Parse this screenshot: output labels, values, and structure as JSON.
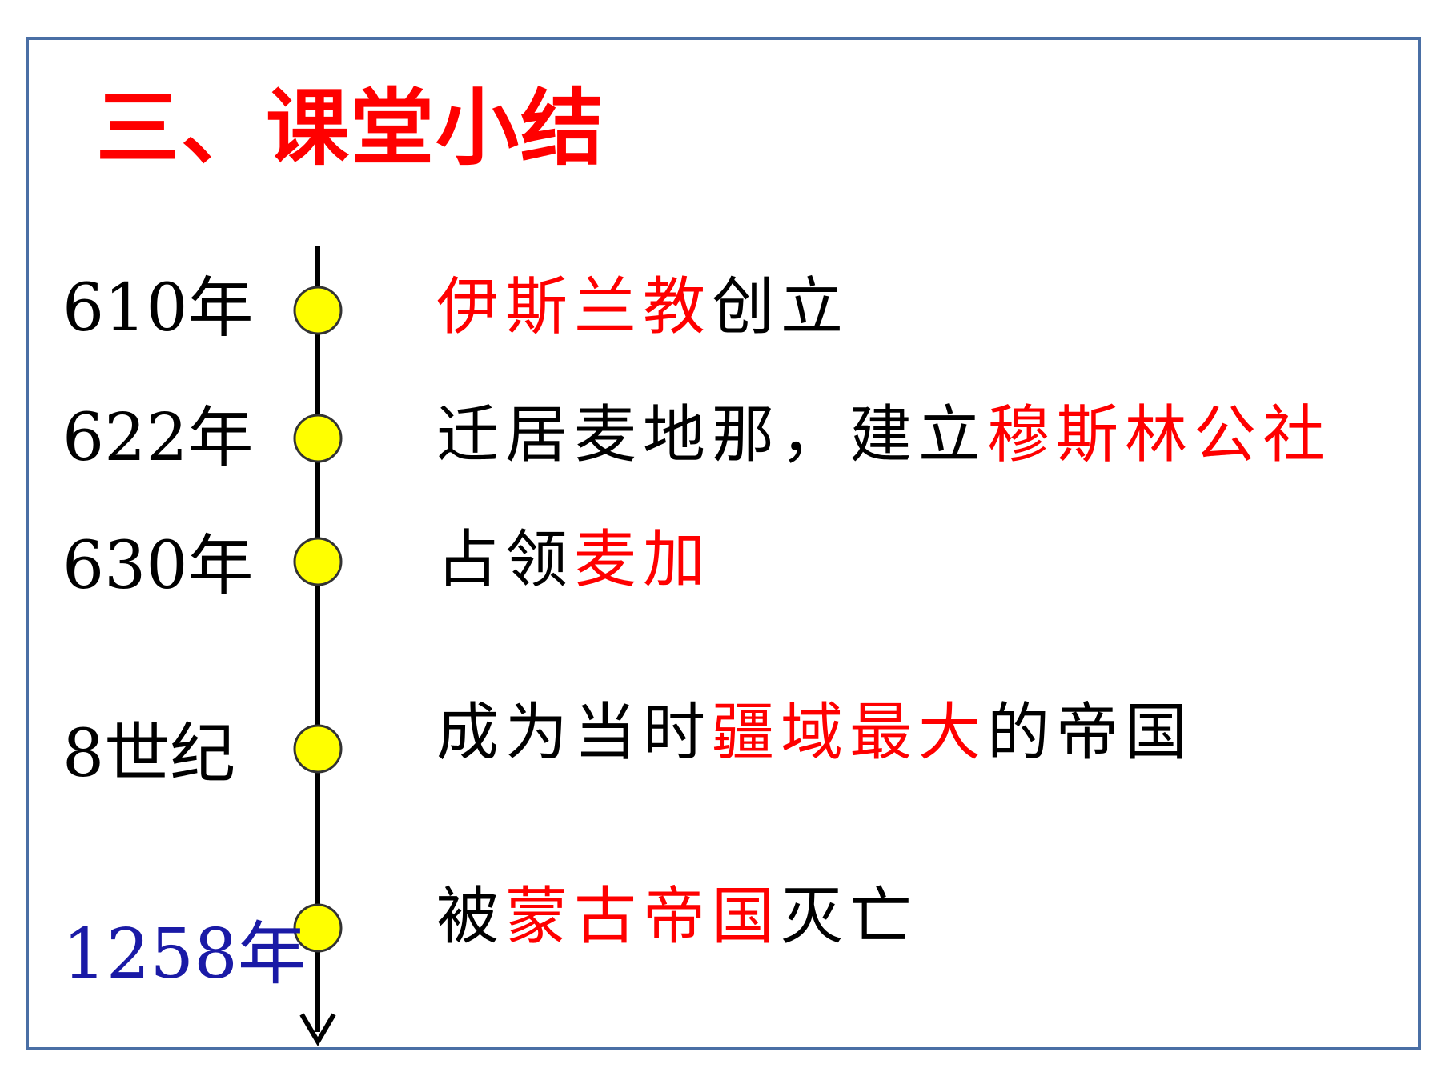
{
  "title": "三、课堂小结",
  "colors": {
    "title": "#ff0000",
    "highlight": "#ff0000",
    "text": "#000000",
    "last_date": "#1a1aa6",
    "dot_fill": "#ffff00",
    "dot_stroke": "#333333",
    "frame": "#4a6fa5"
  },
  "events": [
    {
      "date": "610年",
      "segments": [
        {
          "text": "伊斯兰教",
          "highlight": true
        },
        {
          "text": "创立",
          "highlight": false
        }
      ]
    },
    {
      "date": "622年",
      "segments": [
        {
          "text": "迁居麦地那，建立",
          "highlight": false
        },
        {
          "text": "穆斯林公社",
          "highlight": true
        }
      ]
    },
    {
      "date": "630年",
      "segments": [
        {
          "text": "占领",
          "highlight": false
        },
        {
          "text": "麦加",
          "highlight": true
        }
      ]
    },
    {
      "date": "8世纪",
      "segments": [
        {
          "text": "成为当时",
          "highlight": false
        },
        {
          "text": "疆域最大",
          "highlight": true
        },
        {
          "text": "的帝国",
          "highlight": false
        }
      ]
    },
    {
      "date": "1258年",
      "segments": [
        {
          "text": "被",
          "highlight": false
        },
        {
          "text": "蒙古帝国",
          "highlight": true
        },
        {
          "text": "灭亡",
          "highlight": false
        }
      ]
    }
  ]
}
